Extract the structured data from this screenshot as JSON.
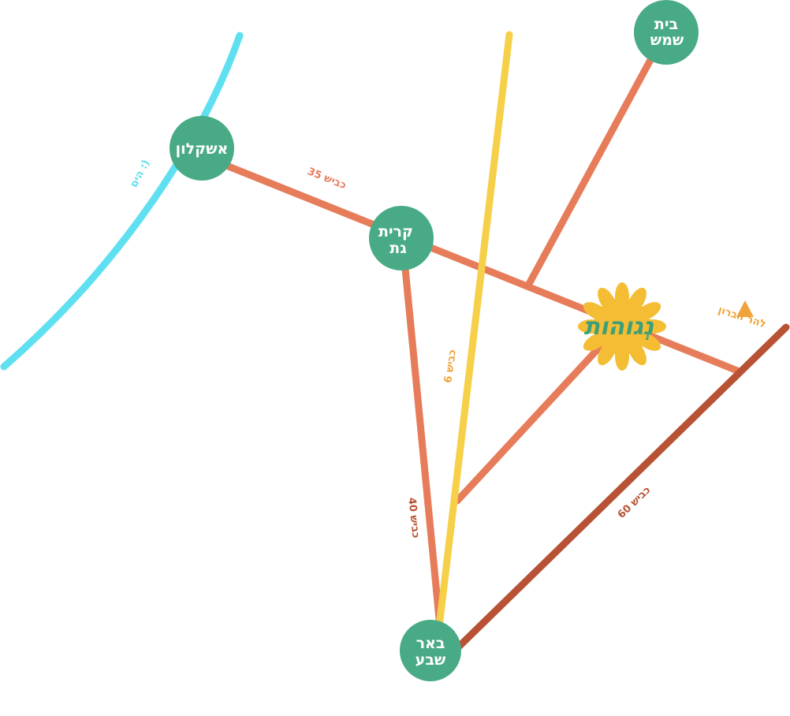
{
  "colors": {
    "sea": "#5ee0f0",
    "road_primary": "#e67c59",
    "road_6": "#f6d048",
    "road_60": "#b85234",
    "city": "#48ab86",
    "city_text": "#ffffff",
    "logo_flower": "#f4bd33",
    "logo_text": "#3aa07a",
    "hebron_marker": "#f0a33a"
  },
  "cities": {
    "ashkelon": {
      "label": "אשקלון"
    },
    "kiryat_gat": {
      "label_line1": "קרית",
      "label_line2": "גת"
    },
    "beit_shemesh": {
      "label_line1": "בית",
      "label_line2": "שמש"
    },
    "beer_sheva": {
      "label_line1": "באר",
      "label_line2": "שבע"
    }
  },
  "labels": {
    "sea": "הים :)",
    "road_35": "כביש 35",
    "road_6": "כביש 6",
    "road_40": "כביש 40",
    "road_60": "כביש 60",
    "hebron": "להר חברון"
  },
  "logo": {
    "text": "נְגוהות",
    "icon": "sun-flower-icon"
  },
  "icons": {
    "hebron_marker": "triangle-marker-icon"
  }
}
